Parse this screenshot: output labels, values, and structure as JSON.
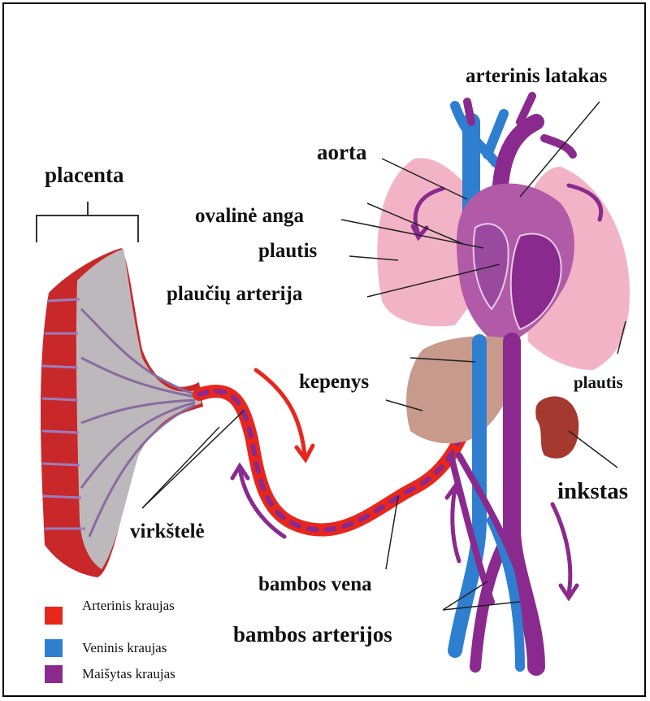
{
  "labels": {
    "arterinis_latakas": "arterinis latakas",
    "aorta": "aorta",
    "placenta": "placenta",
    "ovaline_anga": "ovalinė anga",
    "plautis_left": "plautis",
    "plauciu_arterija": "plaučių arterija",
    "kepenys": "kepenys",
    "plautis_right": "plautis",
    "inkstas": "inkstas",
    "virkstele": "virkštelė",
    "bambos_vena": "bambos vena",
    "bambos_arterijos": "bambos arterijos"
  },
  "legend": [
    {
      "label": "Arterinis kraujas",
      "color": "#e8261c"
    },
    {
      "label": "Veninis kraujas",
      "color": "#2f7fd0"
    },
    {
      "label": "Maišytas kraujas",
      "color": "#8a2a8e"
    }
  ],
  "colors": {
    "arterial": "#e8261c",
    "venous": "#2f7fd0",
    "mixed": "#8a2a8e",
    "lung": "#f3b3c6",
    "heart": "#b05aa8",
    "liver": "#c79a8c",
    "kidney": "#a5382f"
  }
}
